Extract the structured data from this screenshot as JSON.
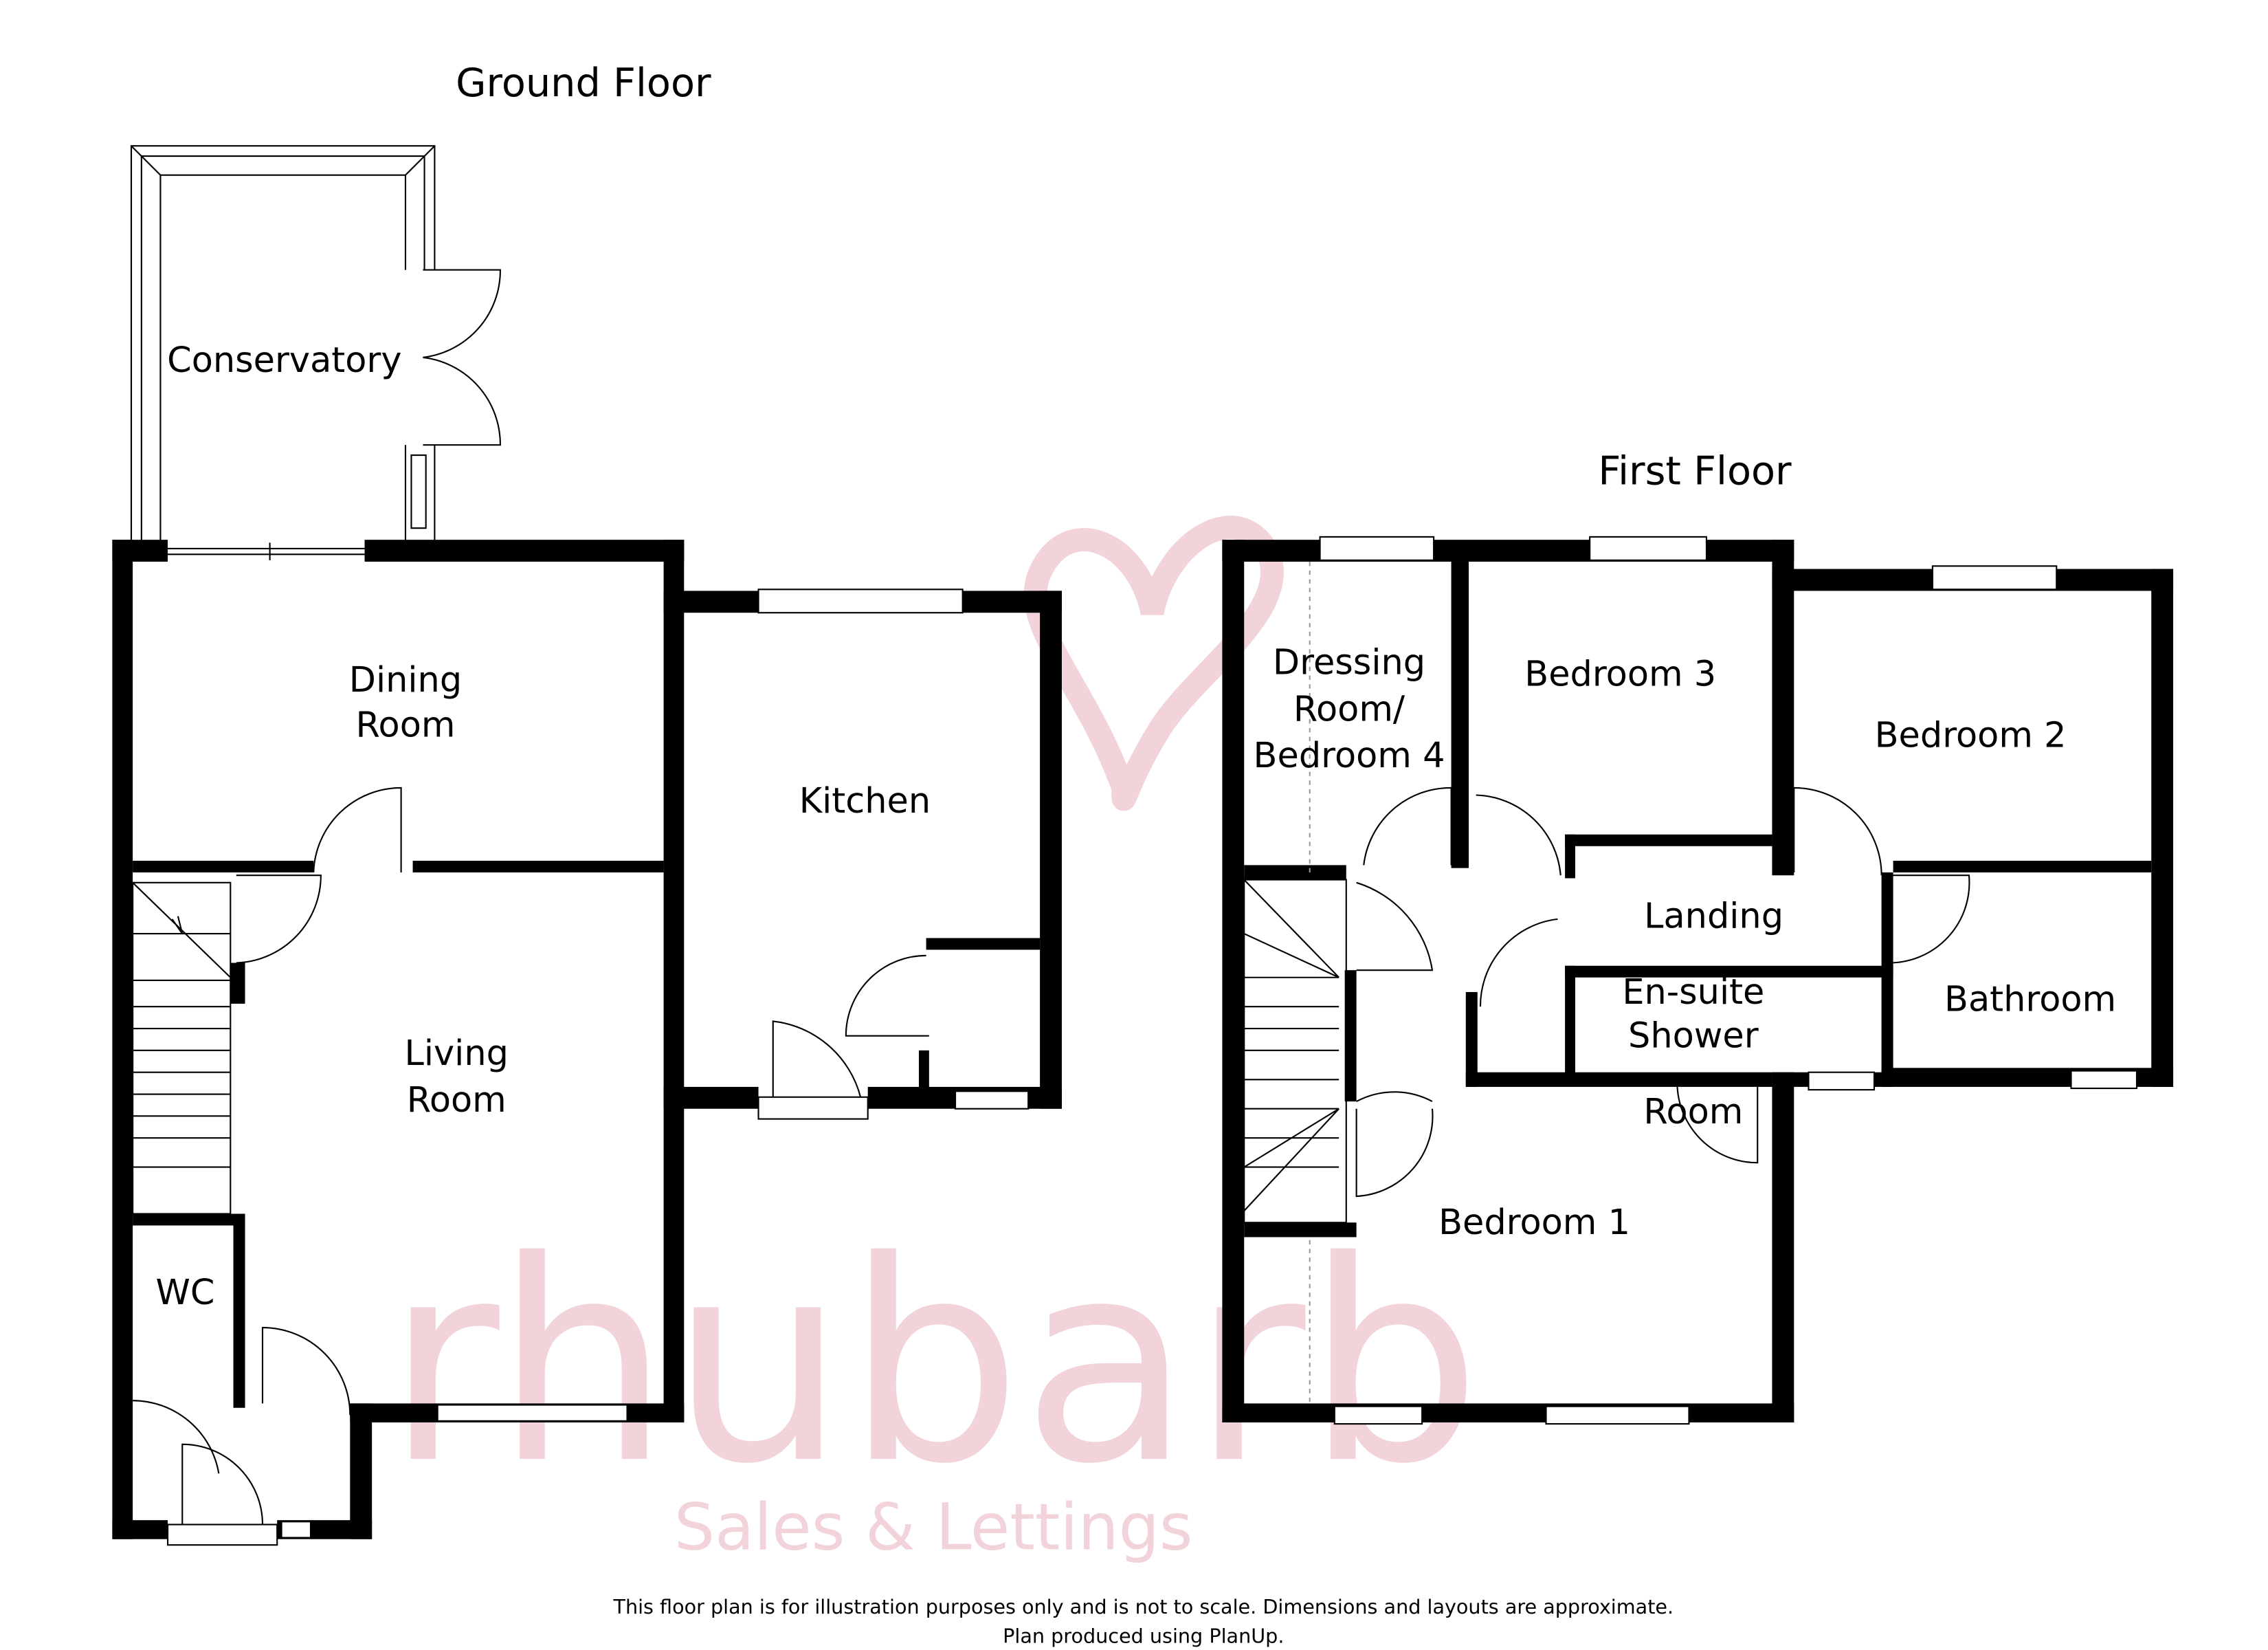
{
  "ground_floor": {
    "title": "Ground Floor",
    "rooms": [
      "Conservatory",
      "Dining",
      "Room",
      "Living",
      "Room",
      "Kitchen",
      "WC"
    ]
  },
  "first_floor": {
    "title": "First Floor",
    "rooms": [
      "Dressing",
      "Room/",
      "Bedroom 4",
      "Bedroom 3",
      "Bedroom 2",
      "Landing",
      "En-suite",
      "Shower",
      "Room",
      "Bathroom",
      "Bedroom 1"
    ]
  },
  "watermark": {
    "brand": "rhubarb",
    "tagline": "Sales & Lettings",
    "color": "#f2d3da"
  },
  "disclaimer": {
    "line1": "This floor plan is for illustration purposes only and is not to scale. Dimensions and layouts are approximate.",
    "line2": "Plan produced using PlanUp."
  }
}
